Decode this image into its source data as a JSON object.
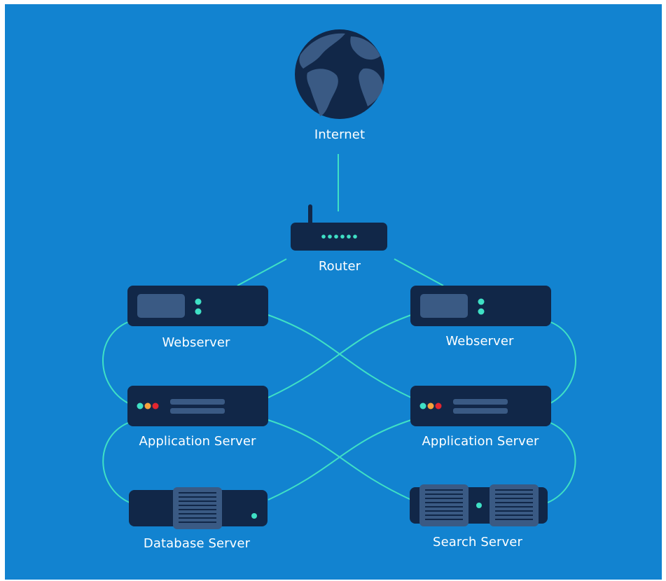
{
  "colors": {
    "background": "#1283d0",
    "device": "#112748",
    "panel": "#3a5a84",
    "connector": "#3fe0c5",
    "led_green": "#3fe0c5",
    "led_orange": "#f7a23b",
    "led_red": "#e2262f"
  },
  "nodes": {
    "internet": {
      "label": "Internet",
      "icon": "globe-icon"
    },
    "router": {
      "label": "Router",
      "icon": "router-icon"
    },
    "webserver_left": {
      "label": "Webserver",
      "icon": "webserver-icon"
    },
    "webserver_right": {
      "label": "Webserver",
      "icon": "webserver-icon"
    },
    "app_server_left": {
      "label": "Application Server",
      "icon": "application-server-icon"
    },
    "app_server_right": {
      "label": "Application Server",
      "icon": "application-server-icon"
    },
    "database_server": {
      "label": "Database Server",
      "icon": "database-server-icon"
    },
    "search_server": {
      "label": "Search Server",
      "icon": "search-server-icon"
    }
  },
  "edges": [
    [
      "internet",
      "router"
    ],
    [
      "router",
      "webserver_left"
    ],
    [
      "router",
      "webserver_right"
    ],
    [
      "webserver_left",
      "app_server_left"
    ],
    [
      "webserver_left",
      "app_server_right"
    ],
    [
      "webserver_right",
      "app_server_left"
    ],
    [
      "webserver_right",
      "app_server_right"
    ],
    [
      "app_server_left",
      "database_server"
    ],
    [
      "app_server_left",
      "search_server"
    ],
    [
      "app_server_right",
      "database_server"
    ],
    [
      "app_server_right",
      "search_server"
    ]
  ]
}
